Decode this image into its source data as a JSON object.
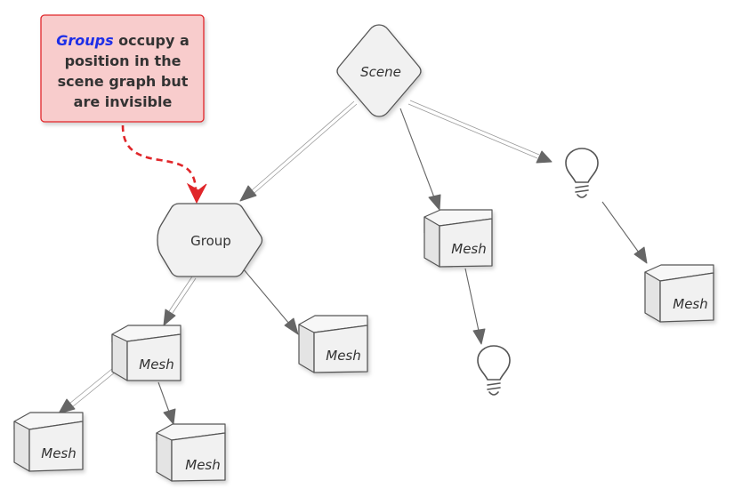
{
  "diagram": {
    "note": {
      "emphasis": "Groups",
      "line1_rest": " occupy a",
      "line2": "position in the",
      "line3": "scene graph but",
      "line4": "are invisible"
    },
    "nodes": {
      "scene": "Scene",
      "group": "Group",
      "mesh_scene_child": "Mesh",
      "mesh_light_child": "Mesh",
      "mesh_group_child_left": "Mesh",
      "mesh_group_child_right": "Mesh",
      "mesh_leaf_left": "Mesh",
      "mesh_leaf_right": "Mesh"
    }
  },
  "colors": {
    "note_fill": "#f8cccc",
    "note_border": "#e0262a",
    "note_arrow": "#e0262a",
    "emphasis": "#1d2ee8",
    "node_fill": "#f1f1f1",
    "stroke": "#555555"
  },
  "icons": [
    "diamond-node",
    "hexagon-node",
    "cube-node",
    "lightbulb-icon"
  ]
}
